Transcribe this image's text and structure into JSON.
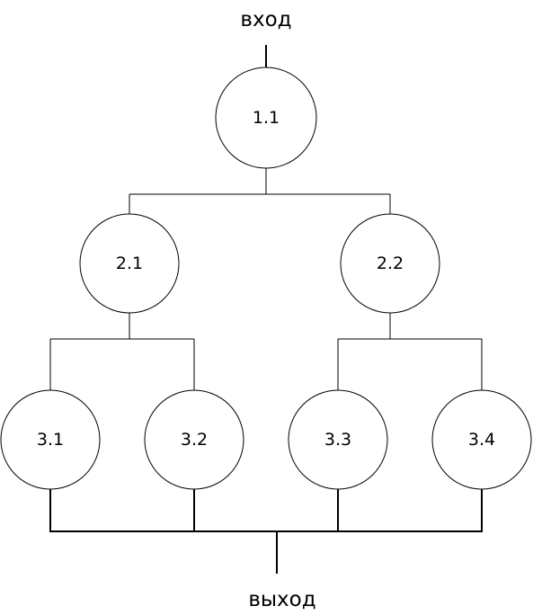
{
  "input_label": "вход",
  "output_label": "выход",
  "nodes": {
    "n11": "1.1",
    "n21": "2.1",
    "n22": "2.2",
    "n31": "3.1",
    "n32": "3.2",
    "n33": "3.3",
    "n34": "3.4"
  },
  "colors": {
    "line": "#000000",
    "fill": "#ffffff"
  }
}
